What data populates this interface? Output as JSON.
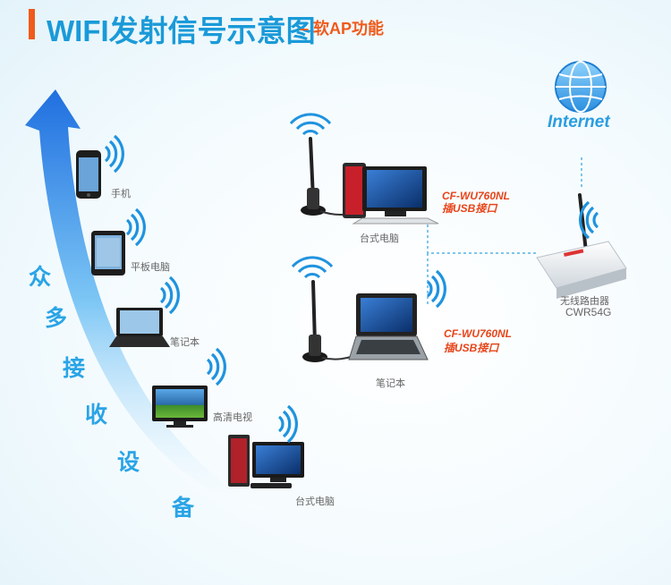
{
  "header": {
    "title": "WIFI发射信号示意图",
    "subtitle": "– 软AP功能"
  },
  "internet": {
    "label": "Internet"
  },
  "router": {
    "name": "无线路由器",
    "model": "CWR54G"
  },
  "adapter_top": {
    "model": "CF-WU760NL",
    "note": "插USB接口",
    "device_label": "台式电脑"
  },
  "adapter_bottom": {
    "model": "CF-WU760NL",
    "note": "插USB接口",
    "device_label": "笔记本"
  },
  "receivers": {
    "phone": "手机",
    "tablet": "平板电脑",
    "laptop": "笔记本",
    "tv": "高清电视",
    "desktop": "台式电脑"
  },
  "vertical_text": [
    "众",
    "多",
    "接",
    "收",
    "设",
    "备"
  ],
  "colors": {
    "title": "#1a9ad8",
    "accent": "#f05a1a",
    "arrow": "#2a7fe0",
    "signal": "#1f93df"
  }
}
